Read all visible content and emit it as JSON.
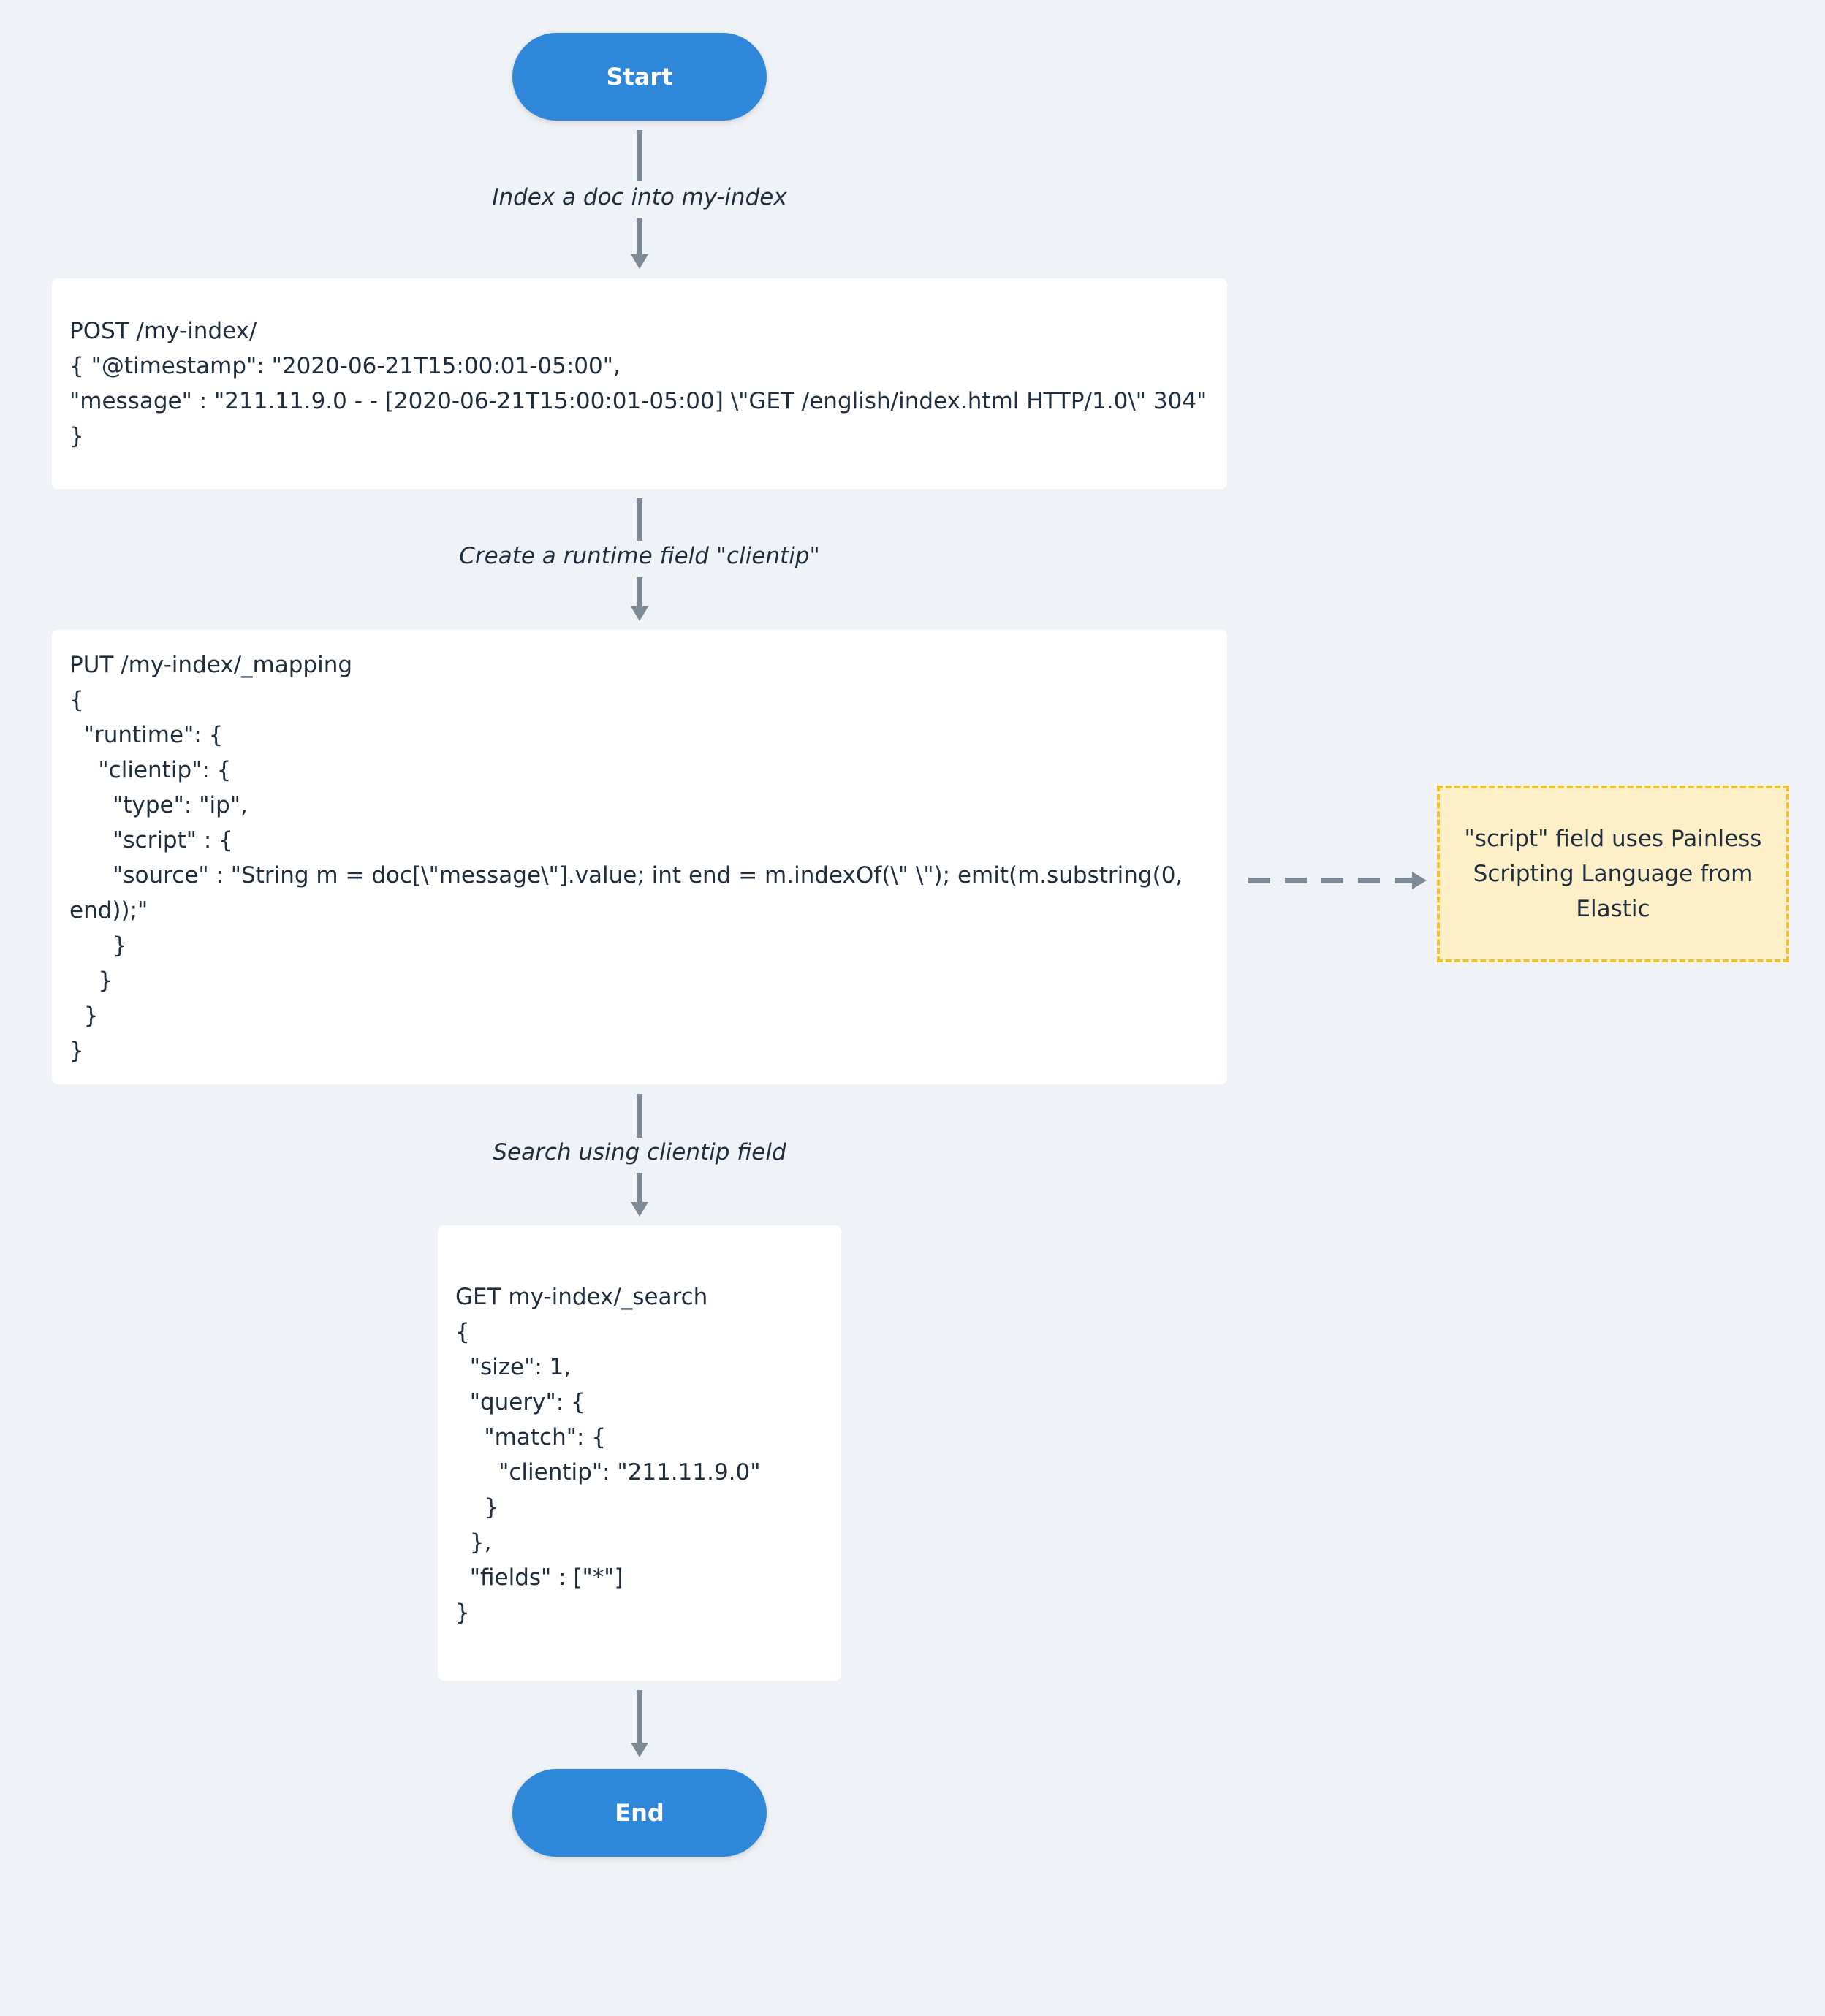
{
  "nodes": {
    "start": "Start",
    "end": "End",
    "post_request": "POST /my-index/\n{ \"@timestamp\": \"2020-06-21T15:00:01-05:00\",\n\"message\" : \"211.11.9.0 - - [2020-06-21T15:00:01-05:00] \\\"GET /english/index.html HTTP/1.0\\\" 304\"\n}",
    "put_mapping": "PUT /my-index/_mapping\n{\n  \"runtime\": {\n    \"clientip\": {\n      \"type\": \"ip\",\n      \"script\" : {\n      \"source\" : \"String m = doc[\\\"message\\\"].value; int end = m.indexOf(\\\" \\\"); emit(m.substring(0, end));\"\n      }\n    }\n  }\n}",
    "get_search": "GET my-index/_search\n{\n  \"size\": 1,\n  \"query\": {\n    \"match\": {\n      \"clientip\": \"211.11.9.0\"\n    }\n  },\n  \"fields\" : [\"*\"]\n}",
    "note": "\"script\" field uses Painless Scripting Language from Elastic"
  },
  "edges": {
    "index_doc": "Index a doc into my-index",
    "create_runtime": "Create a runtime field \"clientip\"",
    "search": "Search using clientip field"
  },
  "colors": {
    "terminal": "#2e87d8",
    "arrow": "#7d8a96",
    "note_fill": "#fdf0c8",
    "note_border": "#f2c12e",
    "background": "#eff2f6"
  }
}
